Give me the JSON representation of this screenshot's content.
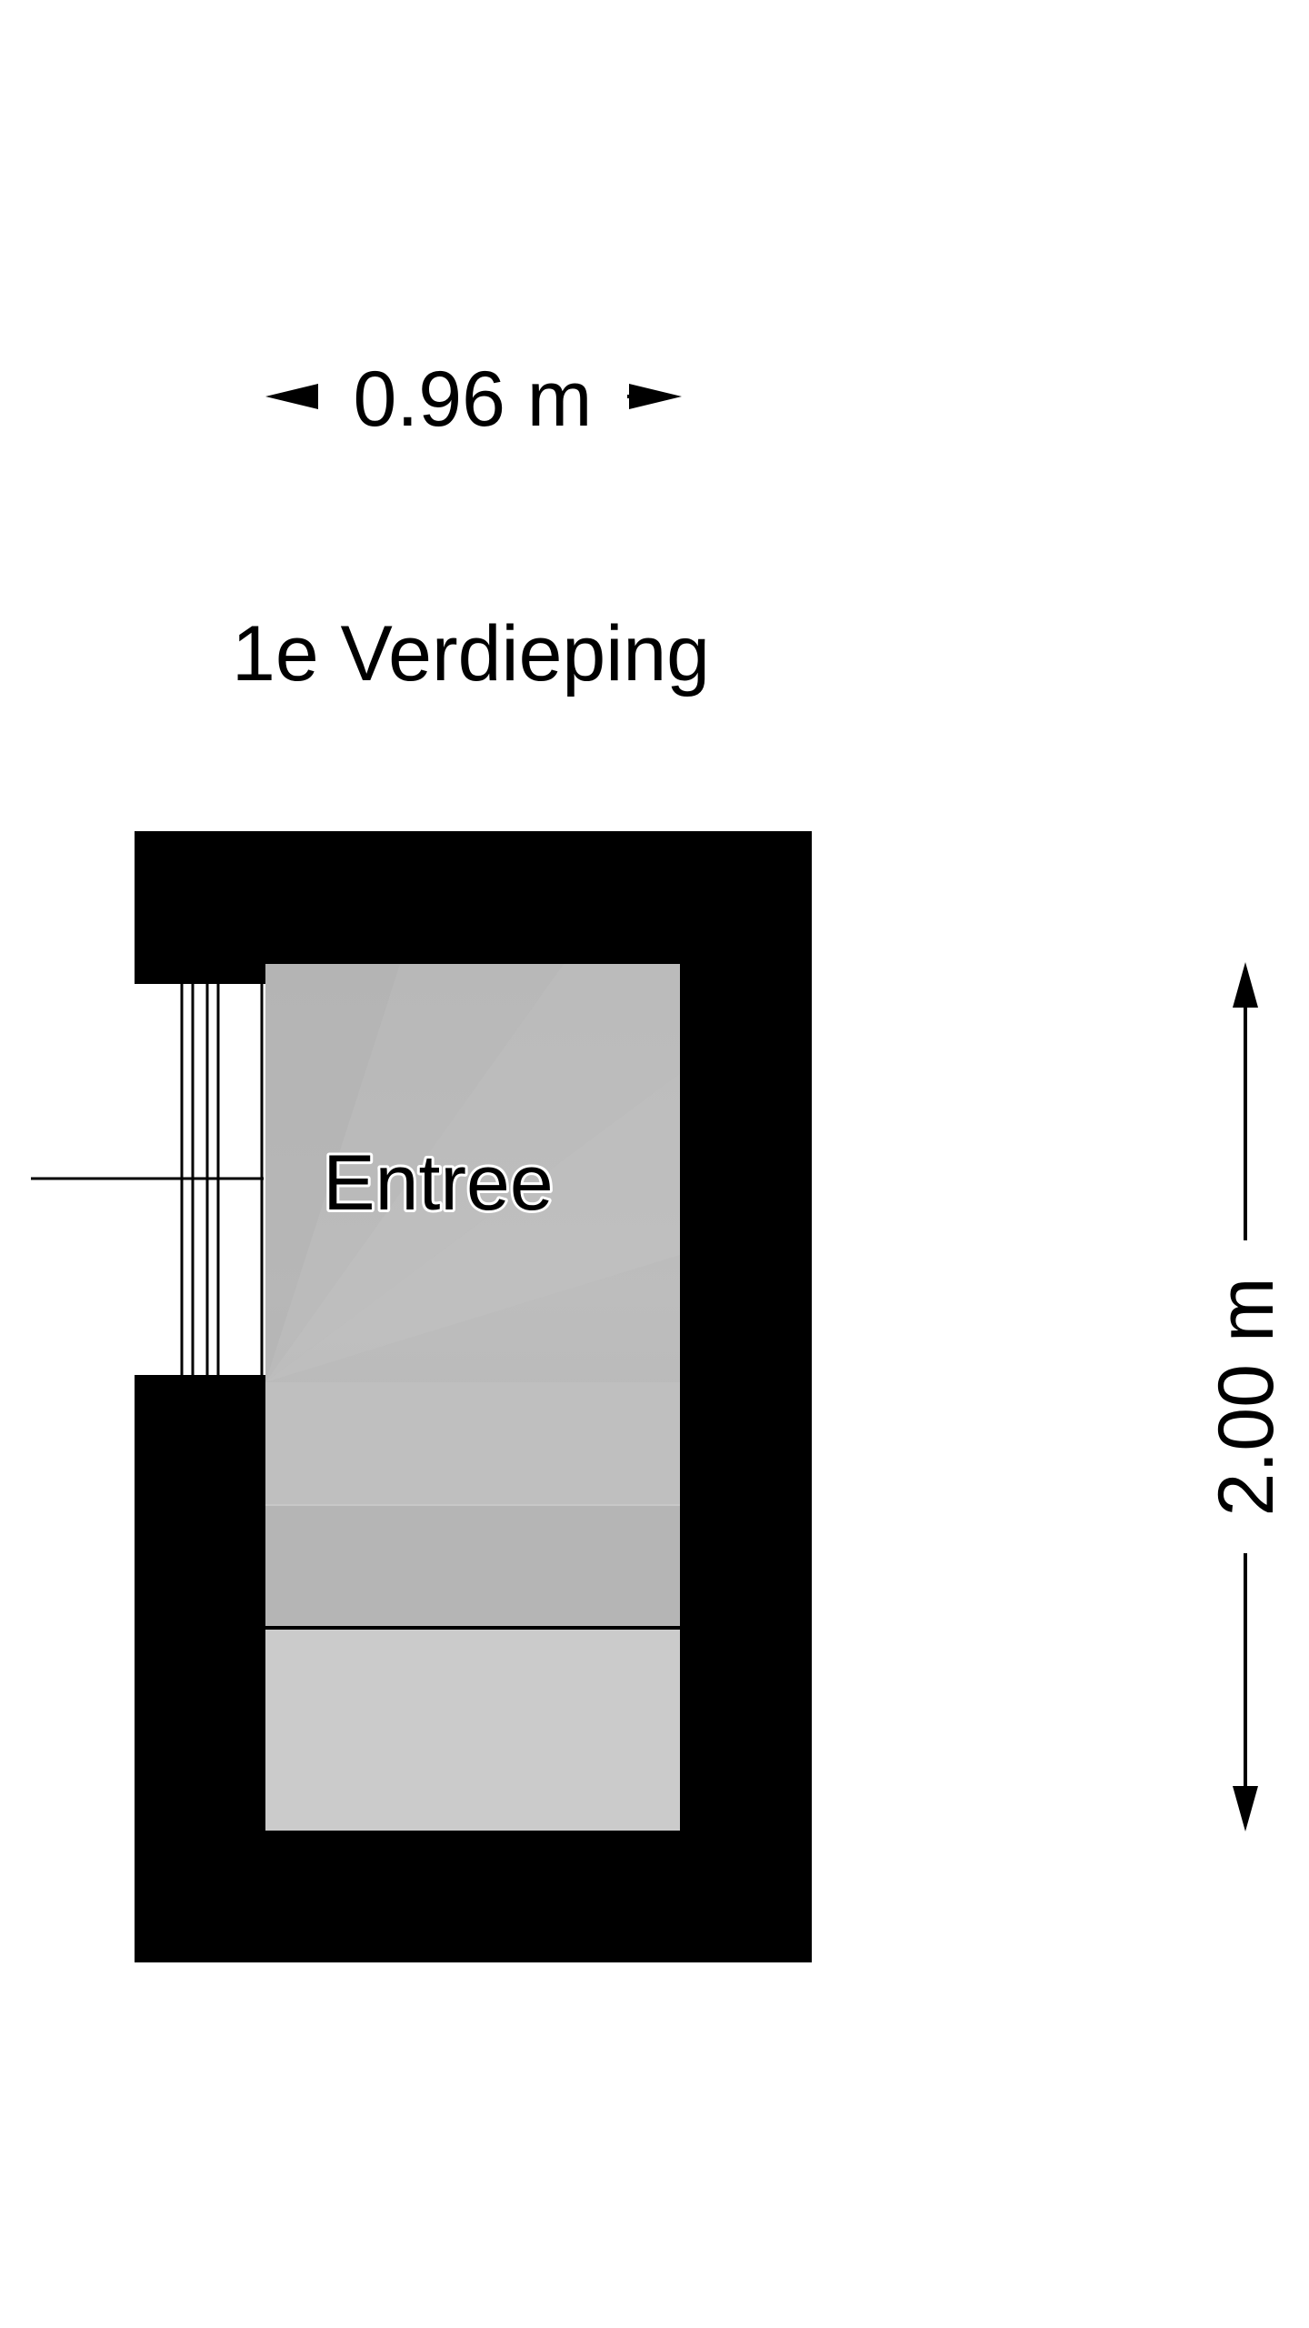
{
  "floor": {
    "title": "1e Verdieping"
  },
  "dimensions": {
    "width": "0.96 m",
    "height": "2.00 m"
  },
  "rooms": [
    {
      "name": "Entree"
    }
  ],
  "colors": {
    "wall": "#000000",
    "floor": "#b8b8b8",
    "landing": "#cbcbcb",
    "background": "#ffffff"
  }
}
